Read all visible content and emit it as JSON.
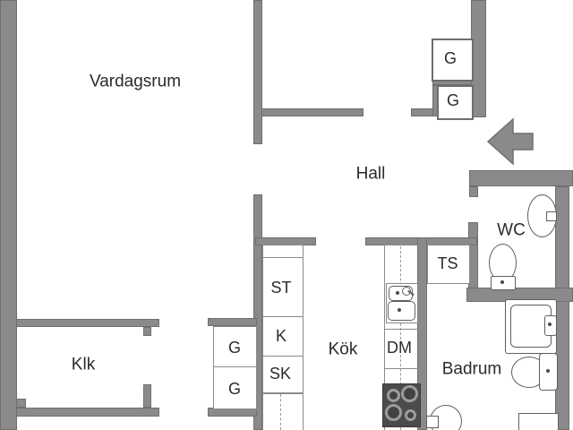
{
  "floorplan": {
    "rooms": {
      "living": {
        "label": "Vardagsrum"
      },
      "hall": {
        "label": "Hall"
      },
      "klk": {
        "label": "Klk"
      },
      "kitchen": {
        "label": "Kök"
      },
      "bathroom": {
        "label": "Badrum"
      },
      "wc": {
        "label": "WC"
      }
    },
    "closets": {
      "g_top_1": "G",
      "g_top_2": "G",
      "g_left_1": "G",
      "g_left_2": "G",
      "ts": "TS",
      "st": "ST",
      "k": "K",
      "sk": "SK",
      "dm": "DM"
    },
    "colors": {
      "bg": "#ffffff",
      "wall": "#8a8a8a",
      "wall_edge": "#6f6f6f",
      "cabinet_line": "#8a8a8a",
      "fixture_line": "#5f5f5f",
      "dash": "#9a9a9a",
      "text": "#2b2b2b",
      "stove_bg": "#4b4b4b",
      "burner_ring": "#9c9c9c"
    }
  }
}
